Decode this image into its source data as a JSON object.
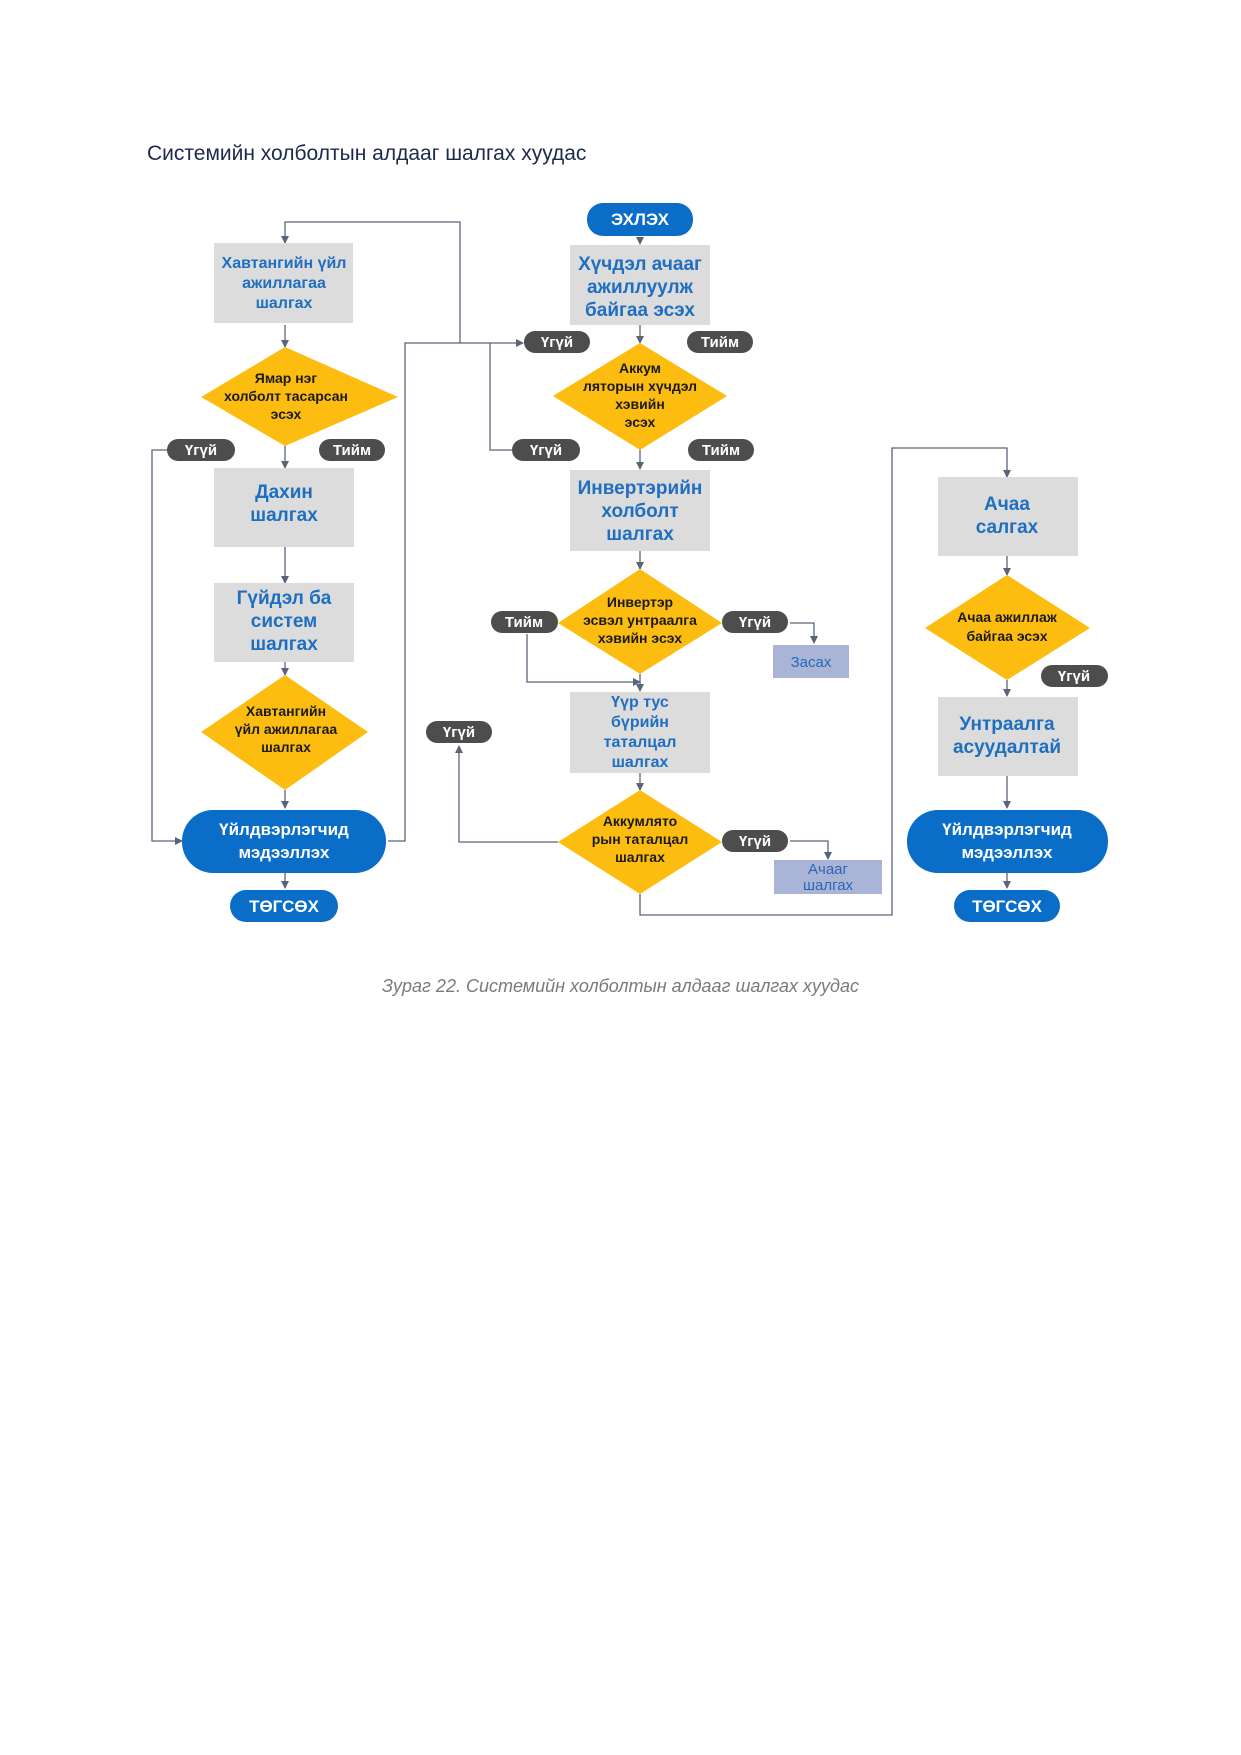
{
  "heading": "Системийн холболтын алдааг шалгах хуудас",
  "caption": "Зураг 22. Системийн холболтын алдааг шалгах хуудас",
  "colors": {
    "terminal": "#0a6ec8",
    "process_box": "#dcdcdc",
    "process_text": "#1f6fc0",
    "decision": "#fdbd10",
    "label_pill": "#4d4d4d",
    "fix_box": "#a9b4d6"
  },
  "flowchart": {
    "start": "ЭХЛЭХ",
    "left_column": {
      "box_check_panel": [
        "Хавтангийн үйл",
        "ажиллагаа",
        "шалгах"
      ],
      "dec_connection": [
        "Ямар нэг",
        "холболт тасарсан",
        "эсэх"
      ],
      "label_no": "Үгүй",
      "label_yes": "Тийм",
      "box_recheck": [
        "Дахин",
        "шалгах"
      ],
      "box_current_system": [
        "Гүйдэл ба",
        "систем",
        "шалгах"
      ],
      "dec_panel": [
        "Хавтангийн",
        "үйл ажиллагаа",
        "шалгах"
      ],
      "notify": [
        "Үйлдвэрлэгчид",
        "мэдээллэх"
      ],
      "end": "ТӨГСӨХ"
    },
    "middle_column": {
      "box_run_load": [
        "Хүчдэл ачааг",
        "ажиллуулж",
        "байгаа эсэх"
      ],
      "label_no_1": "Үгүй",
      "label_yes_1": "Тийм",
      "dec_battery_voltage": [
        "Аккум",
        "ляторын хүчдэл",
        "хэвийн",
        "эсэх"
      ],
      "label_no_2": "Үгүй",
      "label_yes_2": "Тийм",
      "box_inverter_conn": [
        "Инвертэрийн",
        "холболт",
        "шалгах"
      ],
      "dec_inverter": [
        "Инвертэр",
        "эсвэл унтраалга",
        "хэвийн  эсэх"
      ],
      "label_yes_3": "Тийм",
      "label_no_3": "Үгүй",
      "fix_box": "Засах",
      "label_no_side": "Үгүй",
      "box_each_cable": [
        "Үүр тус",
        "бүрийн",
        "таталцал",
        "шалгах"
      ],
      "dec_battery_cable": [
        "Аккумлято",
        "рын таталцал",
        "шалгах"
      ],
      "label_no_4": "Үгүй",
      "load_check_box": [
        "Ачааг",
        "шалгах"
      ]
    },
    "right_column": {
      "box_disconnect_load": [
        "Ачаа",
        "салгах"
      ],
      "dec_load_working": [
        "Ачаа ажиллаж",
        "байгаа эсэх"
      ],
      "label_no": "Үгүй",
      "box_switch_problem": [
        "Унтраалга",
        "асуудалтай"
      ],
      "notify": [
        "Үйлдвэрлэгчид",
        "мэдээллэх"
      ],
      "end": "ТӨГСӨХ"
    }
  }
}
